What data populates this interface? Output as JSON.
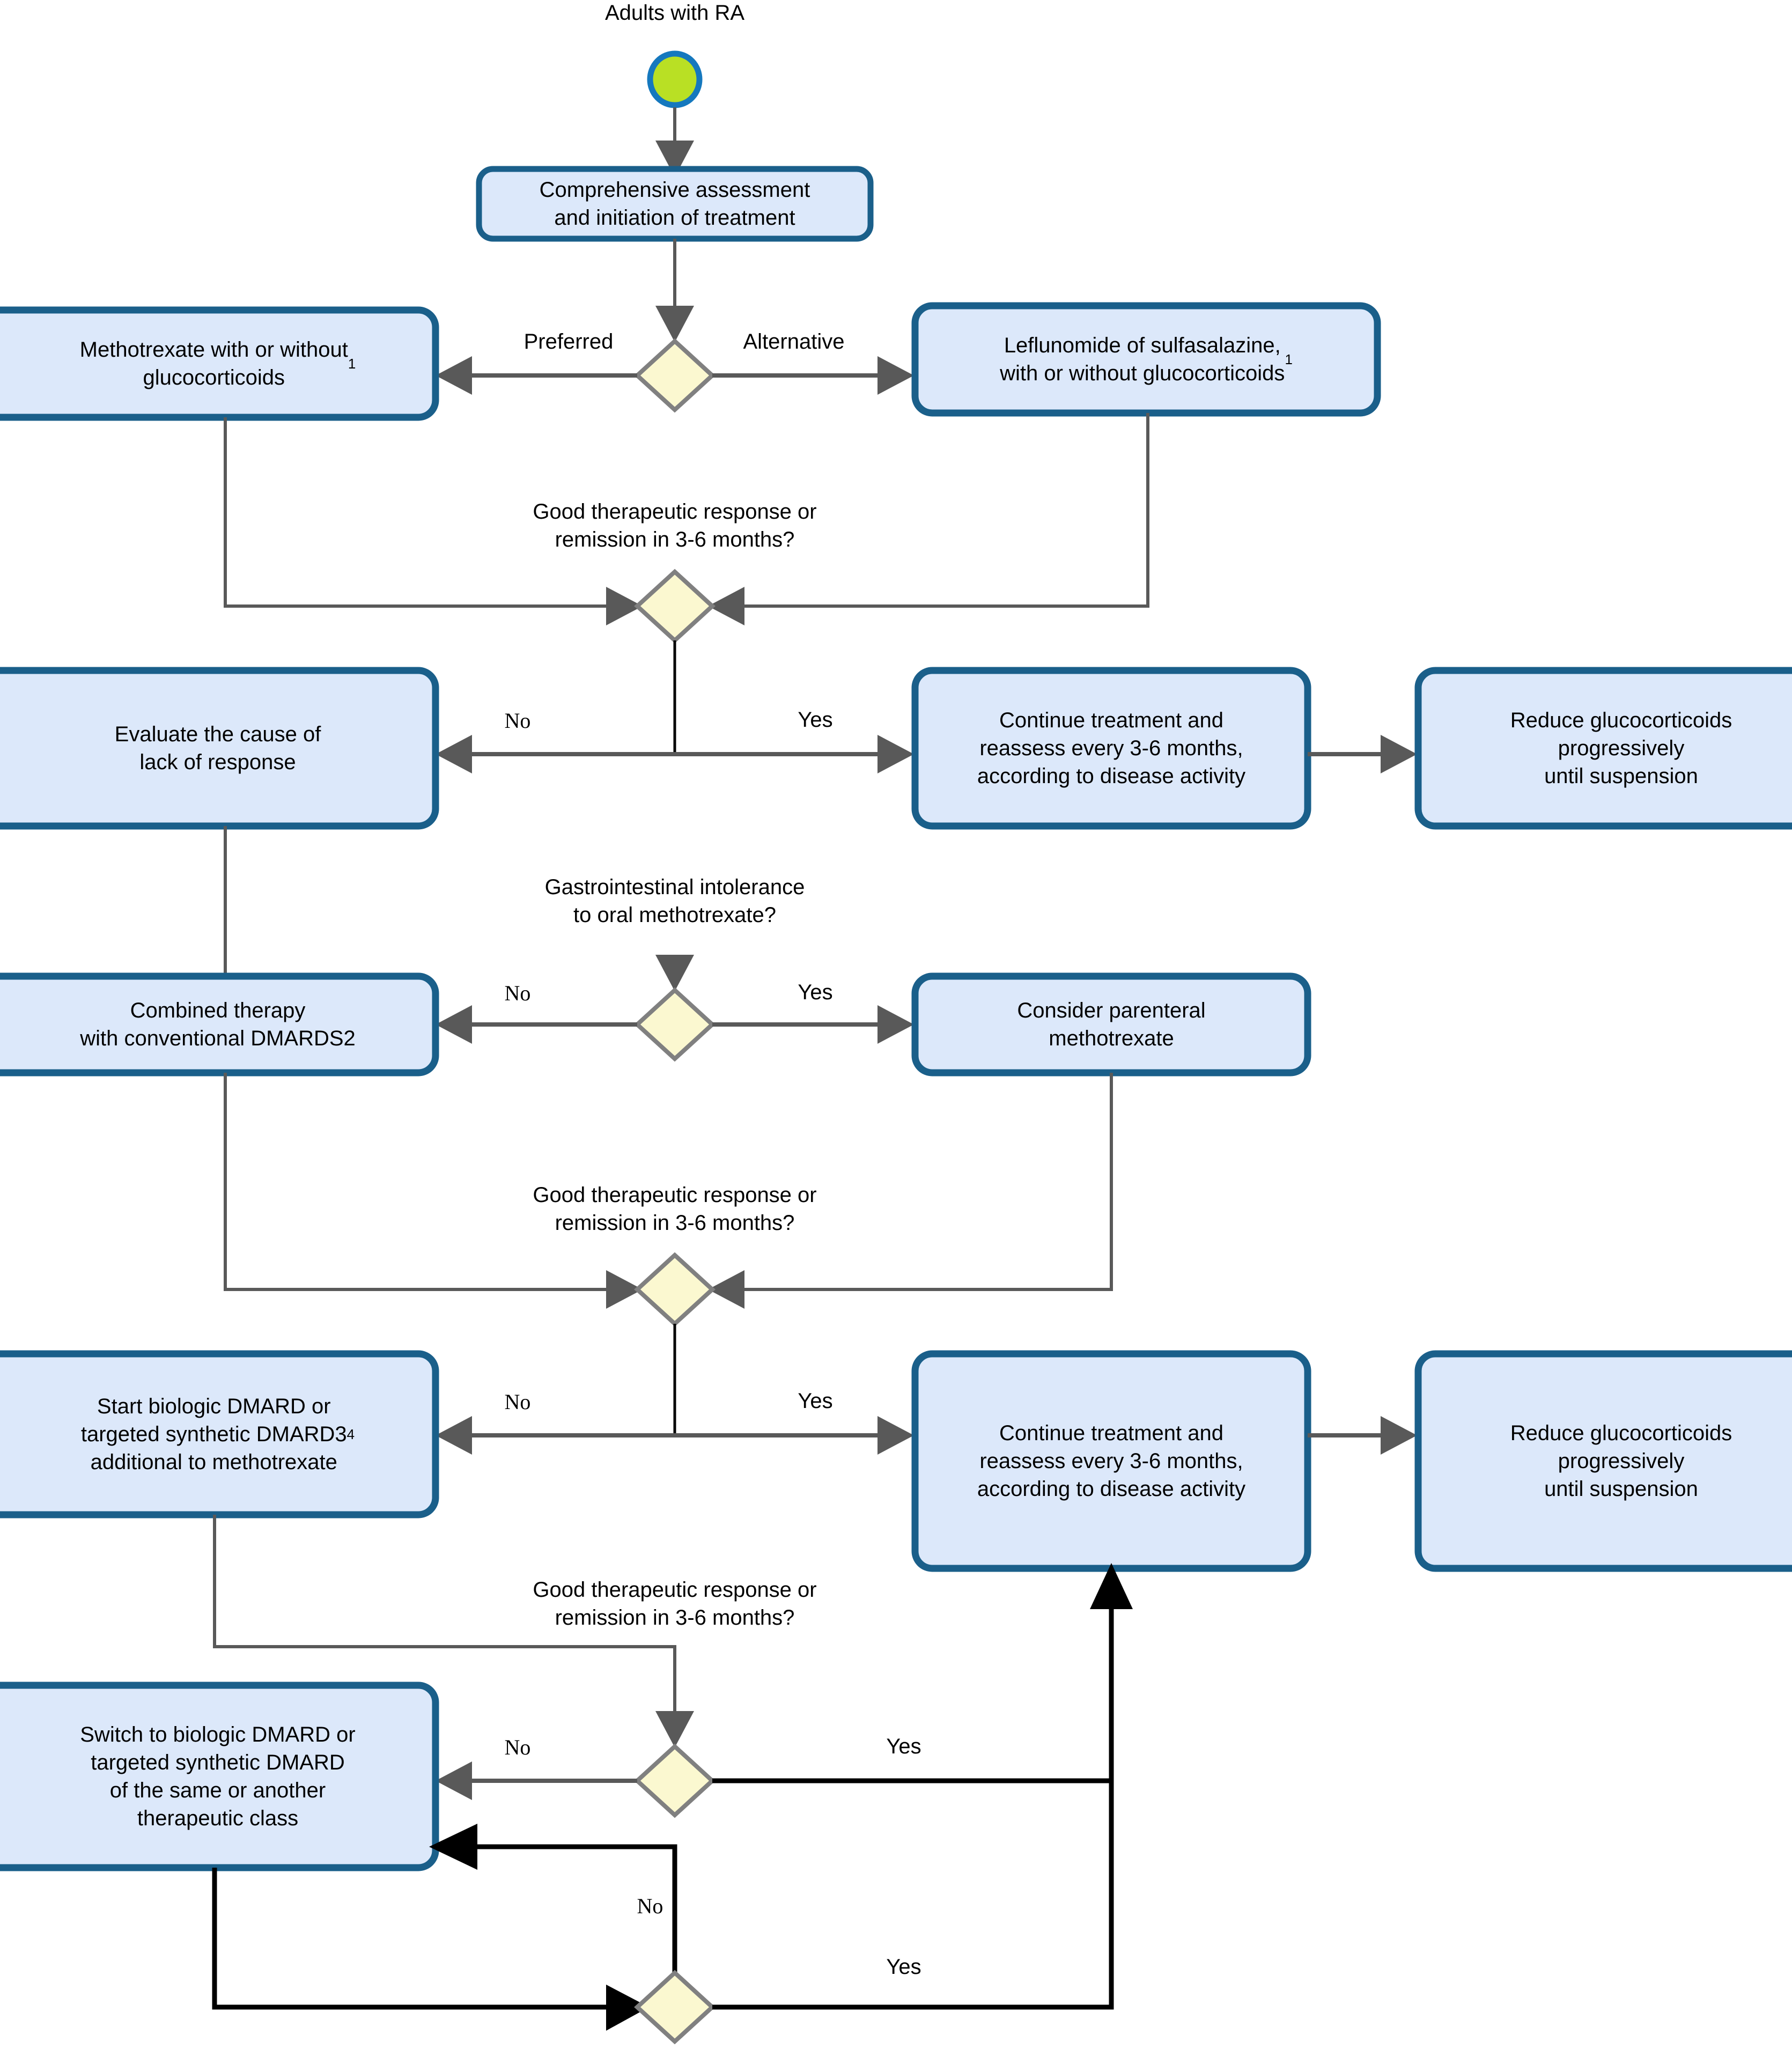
{
  "diagram": {
    "title": "Adults with RA",
    "type": "clinical-treatment-flowchart",
    "colors": {
      "box_fill": "#dce8fa",
      "box_stroke": "#1a5f8a",
      "decision_fill": "#fbf8d0",
      "decision_stroke": "#808080",
      "start_fill": "#b9e024",
      "start_stroke": "#1578be",
      "arrow_gray": "#595959",
      "arrow_black": "#000000"
    }
  },
  "nodes": {
    "start": {
      "label": "Adults with RA"
    },
    "assessment": {
      "label": "Comprehensive assessment\nand initiation of treatment"
    },
    "methotrexate": {
      "label": "Methotrexate with or without\nglucocorticoids",
      "sup": "1"
    },
    "leflunomide": {
      "label": "Leflunomide of sulfasalazine,\nwith or without glucocorticoids",
      "sup": "1"
    },
    "evaluate_cause": {
      "label": "Evaluate the cause of\nlack of response"
    },
    "continue_1": {
      "label": "Continue treatment and\nreassess every 3-6 months,\naccording to disease activity"
    },
    "reduce_1": {
      "label": "Reduce glucocorticoids\nprogressively\nuntil suspension"
    },
    "combined_therapy": {
      "label": "Combined therapy\nwith conventional DMARDS2"
    },
    "parenteral": {
      "label": "Consider parenteral\nmethotrexate"
    },
    "start_biologic": {
      "label": "Start biologic DMARD or\ntargeted synthetic DMARD3\nadditional to methotrexate",
      "sup": "4"
    },
    "continue_2": {
      "label": "Continue treatment and\nreassess every 3-6 months,\naccording to disease activity"
    },
    "reduce_2": {
      "label": "Reduce glucocorticoids\nprogressively\nuntil suspension"
    },
    "switch_biologic": {
      "label": "Switch to biologic DMARD or\ntargeted synthetic DMARD\nof the same or another\ntherapeutic class"
    }
  },
  "decisions": {
    "d_choice": {
      "question": ""
    },
    "d_response_1": {
      "question": "Good therapeutic response or\nremission in 3-6 months?"
    },
    "d_gi": {
      "question": "Gastrointestinal intolerance\nto oral methotrexate?"
    },
    "d_response_2": {
      "question": "Good therapeutic response or\nremission in 3-6 months?"
    },
    "d_response_3": {
      "question": "Good therapeutic response or\nremission in 3-6 months?"
    },
    "d_response_4": {
      "question": ""
    }
  },
  "edge_labels": {
    "preferred": "Preferred",
    "alternative": "Alternative",
    "no_1": "No",
    "yes_1": "Yes",
    "no_2": "No",
    "yes_2": "Yes",
    "no_3": "No",
    "yes_3": "Yes",
    "no_4": "No",
    "yes_4": "Yes",
    "no_5": "No",
    "yes_5": "Yes"
  }
}
